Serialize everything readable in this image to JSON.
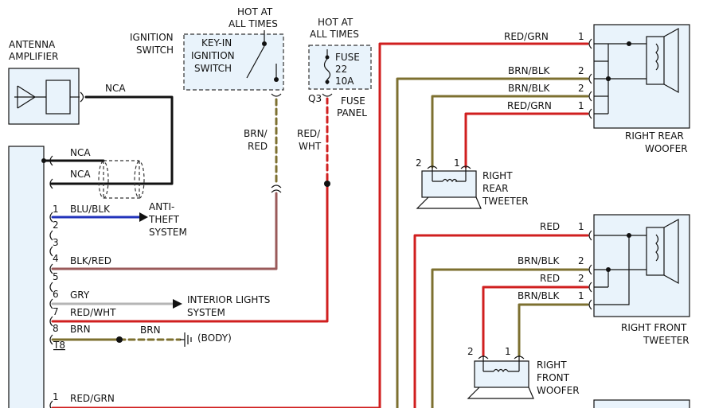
{
  "colors": {
    "black": "#111111",
    "red": "#d01f1f",
    "olive": "#7d7030",
    "brown_red": "#9a5a5a",
    "blue": "#2233bb",
    "gray": "#b5b5b5",
    "box_fill": "#e9f3fb"
  },
  "labels": {
    "antenna_amp": [
      "ANTENNA",
      "AMPLIFIER"
    ],
    "ignition_switch": [
      "IGNITION",
      "SWITCH"
    ],
    "hot_at_all_times_1": [
      "HOT AT",
      "ALL TIMES"
    ],
    "key_in_switch": [
      "KEY-IN",
      "IGNITION",
      "SWITCH"
    ],
    "hot_at_all_times_2": [
      "HOT AT",
      "ALL TIMES"
    ],
    "fuse": [
      "FUSE",
      "22",
      "10A"
    ],
    "q3": "Q3",
    "fuse_panel": [
      "FUSE",
      "PANEL"
    ],
    "brn_red": [
      "BRN/",
      "RED"
    ],
    "red_wht_vertical": [
      "RED/",
      "WHT"
    ],
    "nca_antenna": "NCA",
    "nca_1": "NCA",
    "nca_2": "NCA",
    "anti_theft": [
      "ANTI-",
      "THEFT",
      "SYSTEM"
    ],
    "interior_lights": [
      "INTERIOR LIGHTS",
      "SYSTEM"
    ],
    "body_ground": "(BODY)",
    "t8": "T8",
    "right_rear_woofer": [
      "RIGHT REAR",
      "WOOFER"
    ],
    "right_rear_tweeter": [
      "RIGHT",
      "REAR",
      "TWEETER"
    ],
    "right_front_tweeter": [
      "RIGHT FRONT",
      "TWEETER"
    ],
    "right_front_woofer": [
      "RIGHT",
      "FRONT",
      "WOOFER"
    ]
  },
  "radio_pins": [
    {
      "pin": "1",
      "wire": "BLU/BLK"
    },
    {
      "pin": "2",
      "wire": ""
    },
    {
      "pin": "3",
      "wire": ""
    },
    {
      "pin": "4",
      "wire": "BLK/RED"
    },
    {
      "pin": "5",
      "wire": ""
    },
    {
      "pin": "6",
      "wire": "GRY"
    },
    {
      "pin": "7",
      "wire": "RED/WHT"
    },
    {
      "pin": "8",
      "wire": "BRN"
    },
    {
      "pin": "1",
      "wire": "RED/GRN"
    }
  ],
  "ground_wire": "BRN",
  "rear_woofer_wires": [
    {
      "wire": "RED/GRN",
      "pin": "1"
    },
    {
      "wire": "BRN/BLK",
      "pin": "2"
    },
    {
      "wire": "BRN/BLK",
      "pin": "2"
    },
    {
      "wire": "RED/GRN",
      "pin": "1"
    }
  ],
  "front_tweeter_wires": [
    {
      "wire": "RED",
      "pin": "1"
    },
    {
      "wire": "BRN/BLK",
      "pin": "2"
    },
    {
      "wire": "RED",
      "pin": "2"
    },
    {
      "wire": "BRN/BLK",
      "pin": "1"
    }
  ],
  "rear_tweeter_pins": [
    "2",
    "1"
  ],
  "front_woofer_pins": [
    "2",
    "1"
  ]
}
